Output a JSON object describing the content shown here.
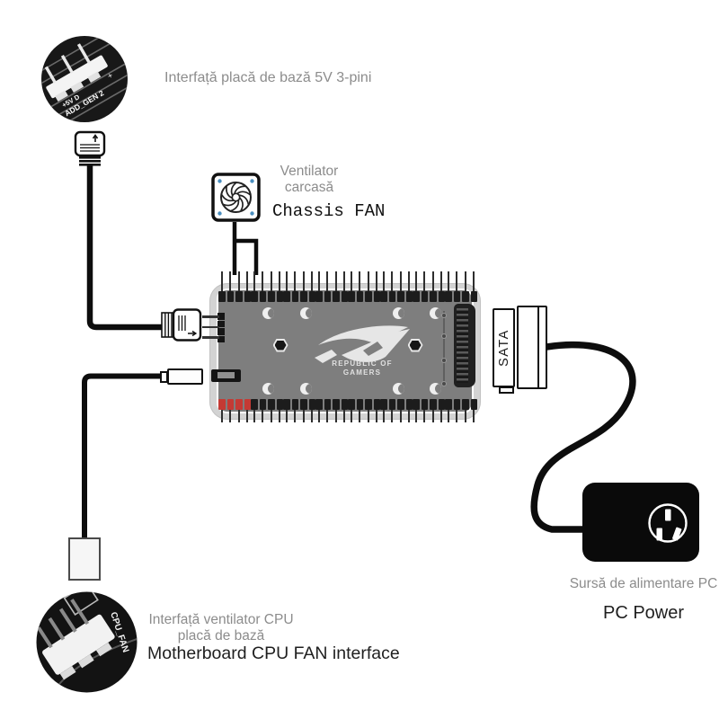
{
  "labels": {
    "mb_5v_interface": "Interfață placă de bază 5V 3-pini",
    "chassis_fan_ro_line1": "Ventilator",
    "chassis_fan_ro_line2": "carcasă",
    "chassis_fan_en": "Chassis FAN",
    "cpu_fan_ro_line1": "Interfață ventilator CPU",
    "cpu_fan_ro_line2": "placă de bază",
    "cpu_fan_en": "Motherboard CPU FAN interface",
    "pc_power_ro": "Sursă de alimentare PC",
    "pc_power_en": "PC Power"
  },
  "hub": {
    "brand_line1": "REPUBLIC OF",
    "brand_line2": "GAMERS",
    "pin_groups_per_row": 8,
    "pins_per_group": 4,
    "red_group_row": "bottom",
    "red_group_index": 0
  },
  "connector_labels": {
    "sata": "SATA",
    "photo_5v_line1": "+5V D",
    "photo_5v_line2": "ADD_GEN 2",
    "photo_cpu_fan": "CPU_FAN"
  },
  "icons": {
    "fan": "fan-icon",
    "power_socket": "power-socket-icon",
    "rog_logo": "rog-eye-logo",
    "up_arrow": "arrow-up-icon",
    "right_arrow": "arrow-right-icon"
  },
  "colors": {
    "label_gray": "#8c8c8c",
    "label_black": "#1f1f1f",
    "hub_shell": "#d3d3d3",
    "hub_panel": "#7e7e7e",
    "pin_black": "#1c1c1c",
    "pin_red": "#c43a34",
    "fan_screw_blue": "#4a8fc0",
    "cable_black": "#0d0d0d"
  }
}
